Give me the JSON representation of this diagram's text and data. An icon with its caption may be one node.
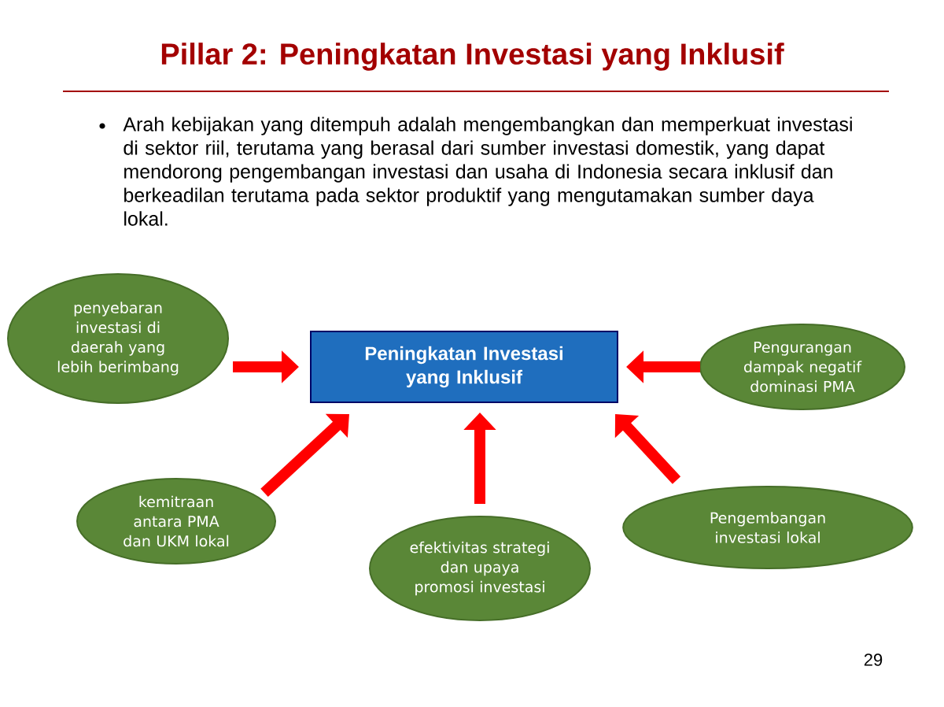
{
  "diagram": {
    "title": "Pillar 2: Peningkatan Investasi yang Inklusif",
    "nodes": [
      {
        "text": [
          "Peningkatan Investasi yang Inklusif"
        ]
      },
      {
        "text": [
          "penyebaran investasi di daerah yang lebih berimbang"
        ]
      },
      {
        "text": [
          "Pengurangan dampak negatif dominasi PMA"
        ]
      },
      {
        "text": [
          "kemitraan antara PMA dan UKM lokal"
        ]
      },
      {
        "text": [
          "efektivitas strategi dan upaya promosi investasi"
        ]
      },
      {
        "text": [
          "Pengembangan investasi lokal"
        ]
      }
    ],
    "edges": [
      {
        "from": 1,
        "to": 0,
        "arrow": "to"
      },
      {
        "from": 2,
        "to": 0,
        "arrow": "to"
      },
      {
        "from": 3,
        "to": 0,
        "arrow": "to"
      },
      {
        "from": 4,
        "to": 0,
        "arrow": "to"
      },
      {
        "from": 5,
        "to": 0,
        "arrow": "to"
      }
    ],
    "labels": [
      "Arah kebijakan yang ditempuh adalah mengembangkan dan memperkuat investasi di sektor riil, terutama yang berasal dari sumber investasi domestik, yang dapat mendorong pengembangan investasi dan usaha di Indonesia secara inklusif dan berkeadilan terutama pada sektor produktif yang mengutamakan sumber daya lokal.",
      "29"
    ]
  }
}
